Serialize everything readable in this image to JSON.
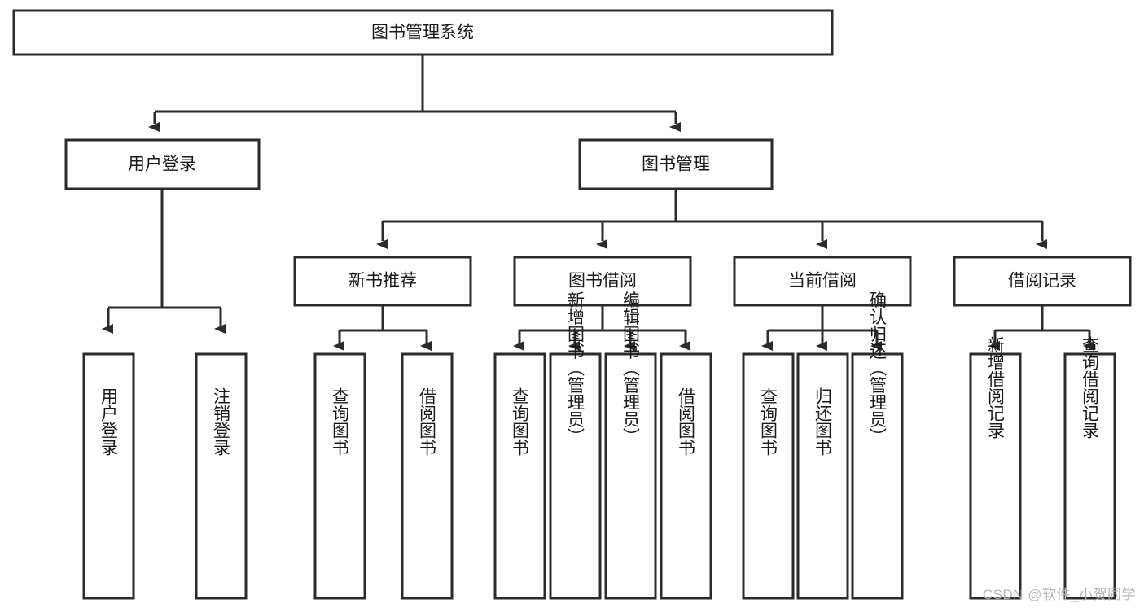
{
  "diagram": {
    "type": "tree-hierarchy",
    "title": "图书管理系统",
    "watermark": "CSDN @软件_小贺同学",
    "colors": {
      "stroke": "#2b2b2b",
      "fill": "#ffffff",
      "text": "#1a1a1a",
      "watermark": "#b5b5b5"
    },
    "levels": {
      "root": {
        "label": "图书管理系统"
      },
      "level2": [
        {
          "id": "user-login",
          "label": "用户登录"
        },
        {
          "id": "book-management",
          "label": "图书管理"
        }
      ],
      "level3": [
        {
          "id": "new-book-recommend",
          "label": "新书推荐",
          "parent": "book-management"
        },
        {
          "id": "book-borrow",
          "label": "图书借阅",
          "parent": "book-management"
        },
        {
          "id": "current-borrow",
          "label": "当前借阅",
          "parent": "book-management"
        },
        {
          "id": "borrow-record",
          "label": "借阅记录",
          "parent": "book-management"
        }
      ],
      "leaves": [
        {
          "id": "leaf-user-login",
          "label": "用户登录",
          "parent": "user-login"
        },
        {
          "id": "leaf-logout-login",
          "label": "注销登录",
          "parent": "user-login"
        },
        {
          "id": "leaf-query-book-1",
          "label": "查询图书",
          "parent": "new-book-recommend"
        },
        {
          "id": "leaf-borrow-book-1",
          "label": "借阅图书",
          "parent": "new-book-recommend"
        },
        {
          "id": "leaf-query-book-2",
          "label": "查询图书",
          "parent": "book-borrow"
        },
        {
          "id": "leaf-add-book",
          "label": "新增图书（管理员）",
          "parent": "book-borrow"
        },
        {
          "id": "leaf-edit-book",
          "label": "编辑图书（管理员）",
          "parent": "book-borrow"
        },
        {
          "id": "leaf-borrow-book-2",
          "label": "借阅图书",
          "parent": "book-borrow"
        },
        {
          "id": "leaf-query-book-3",
          "label": "查询图书",
          "parent": "current-borrow"
        },
        {
          "id": "leaf-return-book",
          "label": "归还图书",
          "parent": "current-borrow"
        },
        {
          "id": "leaf-confirm-return",
          "label": "确认归还（管理员）",
          "parent": "current-borrow"
        },
        {
          "id": "leaf-add-record",
          "label": "新增借阅记录",
          "parent": "borrow-record"
        },
        {
          "id": "leaf-query-record",
          "label": "查询借阅记录",
          "parent": "borrow-record"
        }
      ]
    }
  }
}
